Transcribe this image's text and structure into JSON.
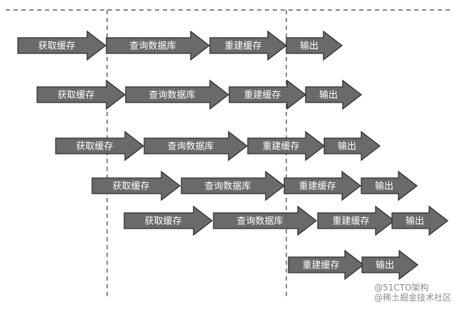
{
  "labels": {
    "get_cache": "获取缓存",
    "query_db": "查询数据库",
    "rebuild_cache": "重建缓存",
    "output": "输出"
  },
  "timeline": [
    [
      "get_cache",
      "query_db",
      "rebuild_cache",
      "output"
    ],
    [
      "get_cache",
      "query_db",
      "rebuild_cache",
      "output"
    ],
    [
      "get_cache",
      "query_db",
      "rebuild_cache",
      "output"
    ],
    [
      "get_cache",
      "query_db",
      "rebuild_cache",
      "output"
    ],
    [
      "get_cache",
      "query_db",
      "rebuild_cache",
      "output"
    ],
    [
      "rebuild_cache",
      "output"
    ]
  ],
  "colors": {
    "arrow_fill": "#6a6a6a",
    "arrow_stroke": "#2f2f2f",
    "text": "#ffffff",
    "dashed_line": "#3a3a3a"
  },
  "watermark": {
    "line1": "@51CTO架构",
    "line2": "@稀土掘金技术社区"
  }
}
